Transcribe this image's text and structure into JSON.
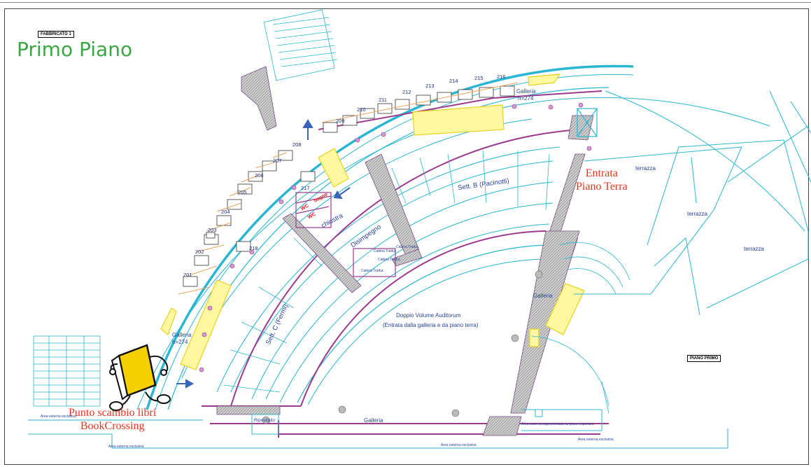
{
  "header": {
    "building_tag": "FABBRICATO 1",
    "title": "Primo Piano",
    "floor_tag": "PIANO PRIMO"
  },
  "annotations": {
    "entrance": [
      "Entrata",
      "Piano Terra"
    ],
    "bookcrossing": [
      "Punto scambio libri",
      "BookCrossing"
    ]
  },
  "rooms": {
    "sett_b": "Sett. B (Pacinotti)",
    "sett_c": "Sett. C (Fermi)",
    "doppio_volume": "Doppio Volume Auditorum",
    "doppio_sub": "(Entrata dalla galleria e da piano terra)",
    "disimpegno": "Disimpegno",
    "chiostra": "chiostra",
    "bagno": "bagno",
    "wc1": "WC",
    "wc2": "WC",
    "galleria_top": "Galleria",
    "galleria_top_h": "h=274",
    "galleria_left": "Galleria",
    "galleria_left_h": "h=274",
    "galleria_right": "Galleria",
    "galleria_bottom": "Galleria",
    "ripostiglio": "Ripostiglio",
    "terrazza_1": "terrazza",
    "terrazza_2": "terrazza",
    "terrazza_3": "terrazza",
    "cabina_1": "Cabina Tradut.",
    "cabina_2": "Cabina Tradut.",
    "cabina_3": "Cabina Tradut.",
    "cabina_4": "Cabina Tradut."
  },
  "small_labels": {
    "area_esterna_1": "Area esterna esclusiva",
    "area_esterna_2": "Area esterna esclusiva",
    "area_esterna_3": "Area esterna esclusiva",
    "area_esterna_4": "Area esterna esclusiva",
    "area_esterna_rappr": "Area esterna rappresentata su piano copertura"
  },
  "room_numbers": [
    "201",
    "202",
    "203",
    "204",
    "205",
    "206",
    "207",
    "208",
    "209",
    "210",
    "211",
    "212",
    "213",
    "214",
    "215",
    "216",
    "217",
    "218"
  ],
  "colors": {
    "title_green": "#3aa842",
    "annotation_red": "#e8331c",
    "outline_cyan": "#29b6d2",
    "wall_purple": "#9c3b8e",
    "stair_yellow": "#f2e431",
    "label_blue": "#27439a",
    "mascot_yellow": "#f5d000"
  },
  "icons": [
    "book-mascot-icon",
    "direction-arrow-icon"
  ]
}
